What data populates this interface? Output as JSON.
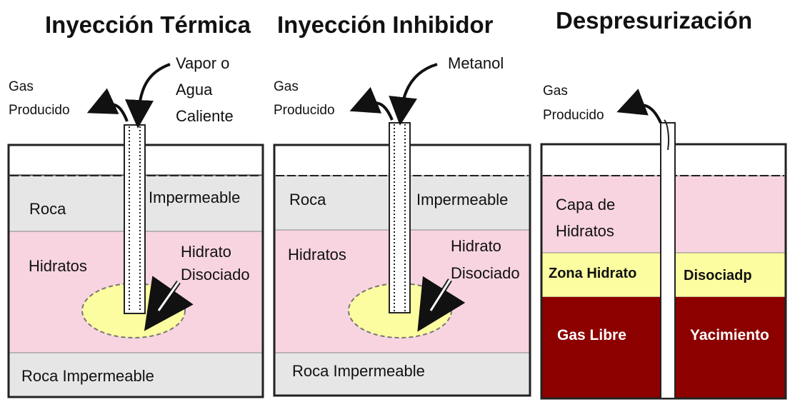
{
  "colors": {
    "rock": "#e6e6e6",
    "hydrate": "#f7d4df",
    "dissociated": "#fcfca0",
    "free_gas": "#8c0000",
    "outline": "#222222"
  },
  "panels": [
    {
      "title": "Inyección Térmica",
      "gas_label": [
        "Gas",
        "Producido"
      ],
      "injection_label": [
        "Vapor o",
        "Agua",
        "Caliente"
      ],
      "rock_top_left": "Roca",
      "rock_top_right": "Impermeable",
      "hydrates": "Hidratos",
      "dissociated": [
        "Hidrato",
        "Disociado"
      ],
      "rock_bottom": "Roca Impermeable"
    },
    {
      "title": "Inyección Inhibidor",
      "gas_label": [
        "Gas",
        "Producido"
      ],
      "injection_label": [
        "Metanol"
      ],
      "rock_top_left": "Roca",
      "rock_top_right": "Impermeable",
      "hydrates": "Hidratos",
      "dissociated": [
        "Hidrato",
        "Disociado"
      ],
      "rock_bottom": "Roca Impermeable"
    },
    {
      "title": "Despresurización",
      "gas_label": [
        "Gas",
        "Producido"
      ],
      "hydrate_layer": [
        "Capa de",
        "Hidratos"
      ],
      "zone_left": "Zona Hidrato",
      "zone_right": "Disociadp",
      "gas_free": "Gas Libre",
      "reservoir": "Yacimiento"
    }
  ]
}
